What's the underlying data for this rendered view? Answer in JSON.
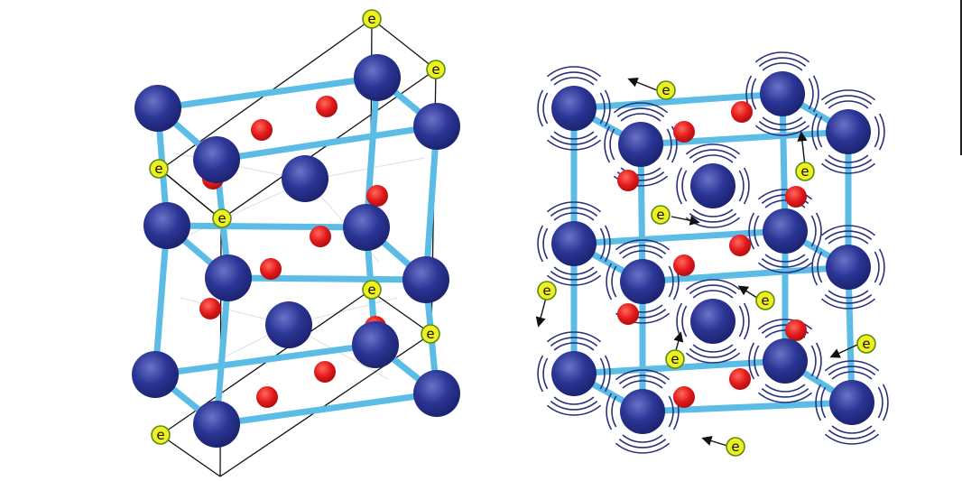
{
  "colors": {
    "background": "#ffffff",
    "bond": "#5bbde6",
    "cell_outline": "#111111",
    "faint_bond": "#e2e2e2",
    "metal_atom": "#27318f",
    "metal_highlight": "#6b73c8",
    "small_atom": "#e3191b",
    "electron_fill": "#eef01f",
    "electron_stroke": "#5a8a1a",
    "vibration_arc": "#2a2f7a",
    "arrow": "#111111"
  },
  "electron_label": "e",
  "panels": [
    {
      "id": "ordered-lattice",
      "has_vibration": false,
      "has_arrows": false
    },
    {
      "id": "vibrating-lattice",
      "has_vibration": true,
      "has_arrows": true
    }
  ]
}
